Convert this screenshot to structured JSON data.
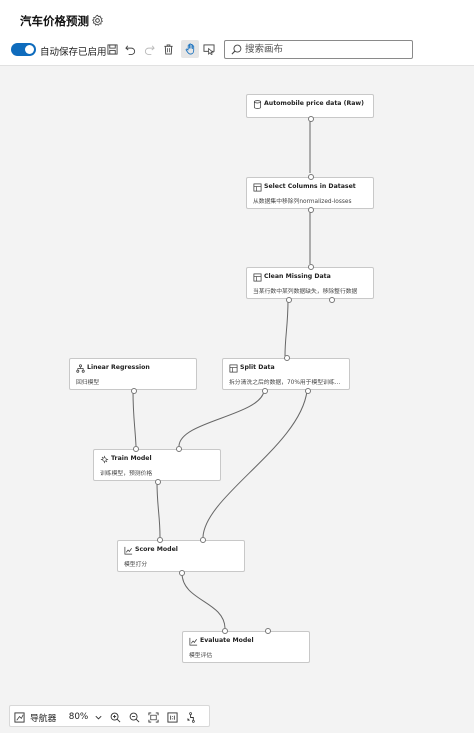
{
  "header": {
    "title": "汽车价格预测",
    "autosave_label": "自动保存已启用",
    "search_placeholder": "搜索画布"
  },
  "toolbar": {
    "icons": [
      "save-icon",
      "undo-icon",
      "redo-icon",
      "delete-icon",
      "hand-pan-icon",
      "select-icon"
    ],
    "active": "hand-pan-icon"
  },
  "nodes": [
    {
      "id": "automobile",
      "title": "Automobile price data (Raw)",
      "subtitle": "",
      "icon": "dataset-icon"
    },
    {
      "id": "select_columns",
      "title": "Select Columns in Dataset",
      "subtitle": "从数据集中移除列normalized-losses",
      "icon": "module-icon"
    },
    {
      "id": "clean_missing",
      "title": "Clean Missing Data",
      "subtitle": "当某行数中某列数据缺失，移除整行数据",
      "icon": "module-icon"
    },
    {
      "id": "linear_regression",
      "title": "Linear Regression",
      "subtitle": "回归模型",
      "icon": "model-icon"
    },
    {
      "id": "split_data",
      "title": "Split Data",
      "subtitle": "拆分清洗之后的数据，70%用于模型训练...",
      "icon": "module-icon"
    },
    {
      "id": "train_model",
      "title": "Train Model",
      "subtitle": "训练模型，预测价格",
      "icon": "train-icon"
    },
    {
      "id": "score_model",
      "title": "Score Model",
      "subtitle": "模型打分",
      "icon": "score-icon"
    },
    {
      "id": "evaluate_model",
      "title": "Evaluate Model",
      "subtitle": "模型评估",
      "icon": "score-icon"
    }
  ],
  "bottom_bar": {
    "navigator_label": "导航器",
    "zoom_level": "80%",
    "icons": [
      "navigator-icon",
      "zoom-dropdown-icon",
      "zoom-in-icon",
      "zoom-out-icon",
      "fit-screen-icon",
      "actual-size-icon",
      "auto-layout-icon"
    ]
  }
}
